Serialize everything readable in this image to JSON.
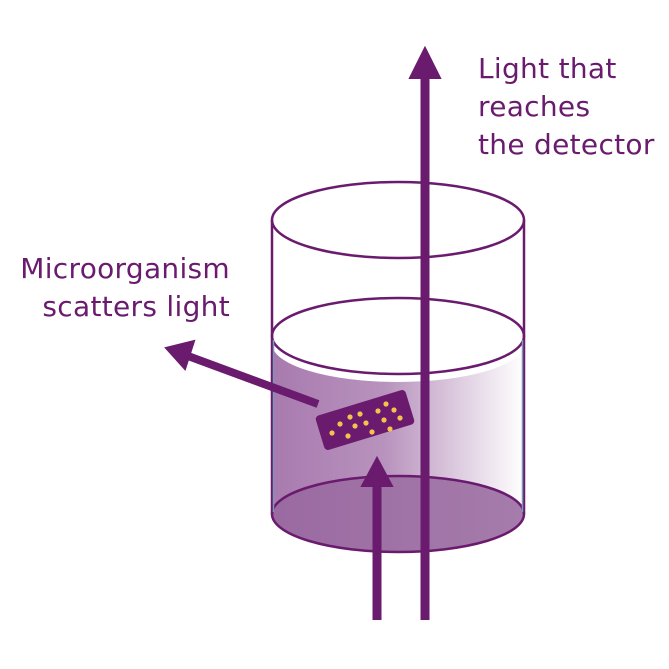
{
  "labels": {
    "detector": {
      "line1": "Light that",
      "line2": "reaches",
      "line3": "the detector"
    },
    "scatter": {
      "line1": "Microorganism",
      "line2": "scatters light"
    }
  },
  "colors": {
    "purple": "#6a1b6e",
    "label_text": "#6a1b6e",
    "liquid": "#a87aaf",
    "liquid_fade": "#ffffff",
    "container_outline": "#6a1b6e",
    "container_side_tint": "#7a98b8",
    "particles": "#f6c14d",
    "background": "#ffffff"
  },
  "icons": {
    "light_arrow": "arrow-up-icon",
    "scatter_arrow": "arrow-upper-left-icon",
    "container": "cylinder-icon",
    "microorganism": "rod-bacterium-icon"
  }
}
